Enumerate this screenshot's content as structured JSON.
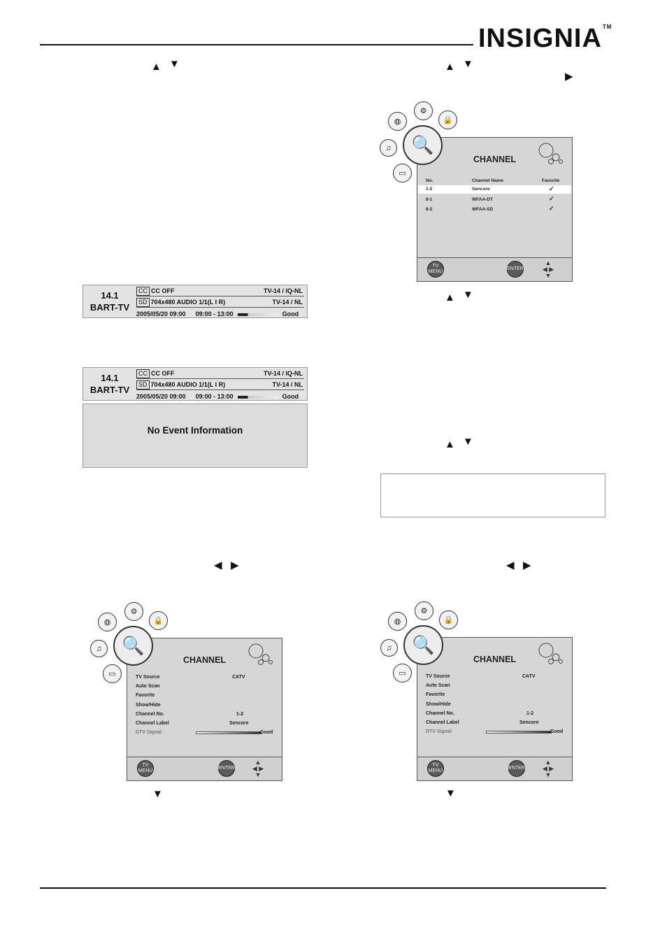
{
  "brand": {
    "logo_text": "INSIGNIA",
    "trademark": "TM"
  },
  "glyphs": {
    "up": "▲",
    "down": "▼",
    "left": "◀",
    "right": "▶"
  },
  "banner": {
    "channel_number": "14.1",
    "channel_name": "BART-TV",
    "cc_tag": "CC",
    "cc_text": "CC  OFF",
    "rating1": "TV-14 / IQ-NL",
    "sd_tag": "SD",
    "sd_text": "704x480   AUDIO  1/1(L I R)",
    "rating2": "TV-14 / NL",
    "datetime": "2005/05/20  09:00",
    "time_range": "09:00 - 13:00",
    "signal": "Good"
  },
  "no_event": {
    "text": "No Event Information"
  },
  "channel_list_menu": {
    "title": "CHANNEL",
    "columns": [
      "No.",
      "Channel Name",
      "Favorite"
    ],
    "rows": [
      {
        "no": "1-2",
        "name": "Sencore",
        "fav": "✓"
      },
      {
        "no": "8-1",
        "name": "WFAA-DT",
        "fav": "✓"
      },
      {
        "no": "8-2",
        "name": "WFAA-SD",
        "fav": "✓"
      }
    ],
    "tv_menu_label": "TV MENU",
    "enter_label": "ENTER"
  },
  "channel_menu": {
    "title": "CHANNEL",
    "items": [
      {
        "label": "TV Source",
        "value": "CATV"
      },
      {
        "label": "Auto Scan",
        "value": ""
      },
      {
        "label": "Favorite",
        "value": ""
      },
      {
        "label": "Show/Hide",
        "value": ""
      },
      {
        "label": "Channel No.",
        "value": "1-2"
      },
      {
        "label": "Channel Label",
        "value": "Sencore"
      },
      {
        "label": "DTV Signal",
        "value": "Good"
      }
    ],
    "tv_menu_label": "TV MENU",
    "enter_label": "ENTER"
  }
}
